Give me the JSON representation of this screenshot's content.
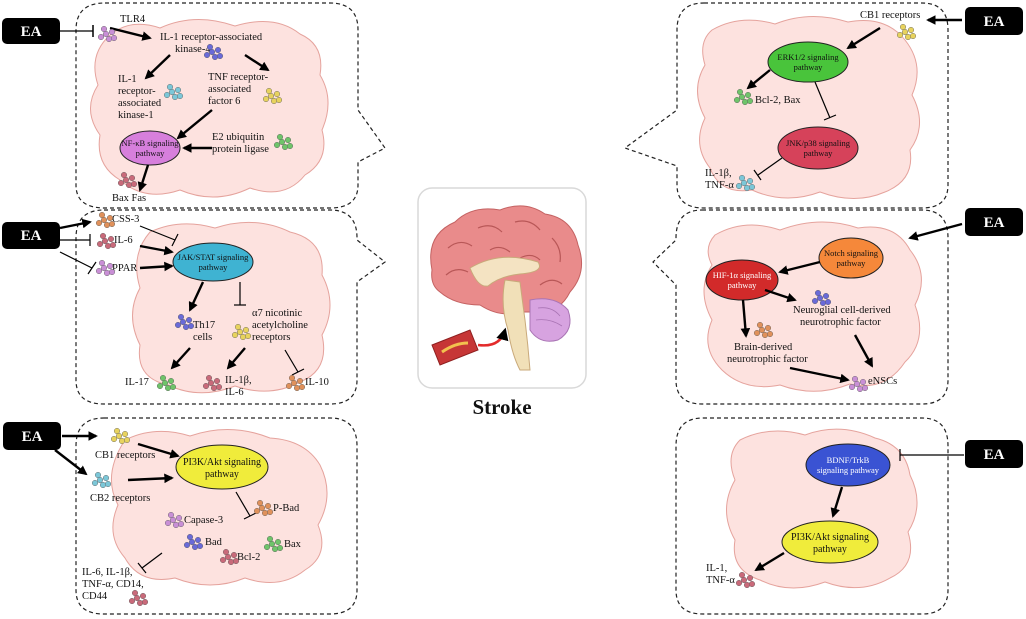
{
  "center": {
    "title": "Stroke"
  },
  "colors": {
    "cell": "#fde2df",
    "cell_stroke": "#e5a39d",
    "ea_box": "#000000",
    "nfkb": "#d77fdc",
    "erk": "#49c43b",
    "jnk": "#d6425a",
    "jak": "#3fb3d2",
    "notch": "#f5883a",
    "hif": "#d22a2a",
    "pi3k": "#f0ec3b",
    "bdnf": "#3a53d3"
  },
  "panels": {
    "p1": {
      "ea": "EA",
      "tlr4": "TLR4",
      "irak4": [
        "IL-1 receptor-associated",
        "kinase-4"
      ],
      "irak1": [
        "IL-1",
        "receptor-",
        "associated",
        "kinase-1"
      ],
      "traf6": [
        "TNF receptor-",
        "associated",
        "factor 6"
      ],
      "e2": [
        "E2 ubiquitin",
        "protein ligase"
      ],
      "nfkb": [
        "NF-κB signaling",
        "pathway"
      ],
      "baxfas": "Bax  Fas"
    },
    "p2": {
      "ea": "EA",
      "cb1": "CB1 receptors",
      "erk": [
        "ERK1/2 signaling",
        "pathway"
      ],
      "bcl2bax": "Bcl-2, Bax",
      "jnk": [
        "JNK/p38 signaling",
        "pathway"
      ],
      "il1b": [
        "IL-1β,",
        "TNF-α"
      ]
    },
    "p3": {
      "ea": "EA",
      "css3": "CSS-3",
      "il6": "IL-6",
      "ppar": "PPAR",
      "jak": [
        "JAK/STAT signaling",
        "pathway"
      ],
      "th17": [
        "Th17",
        "cells"
      ],
      "a7": [
        "α7 nicotinic",
        "acetylcholine",
        "receptors"
      ],
      "il17": "IL-17",
      "il1b6": [
        "IL-1β,",
        "IL-6"
      ],
      "il10": "IL-10"
    },
    "p4": {
      "ea": "EA",
      "notch": [
        "Notch signaling",
        "pathway"
      ],
      "hif": [
        "HIF-1α signaling",
        "pathway"
      ],
      "ngf": [
        "Neuroglial cell-derived",
        "neurotrophic factor"
      ],
      "bdnf": [
        "Brain-derived",
        "neurotrophic factor"
      ],
      "ensc": "eNSCs"
    },
    "p5": {
      "ea": "EA",
      "cb1": "CB1 receptors",
      "cb2": "CB2 receptors",
      "pi3k": [
        "PI3K/Akt signaling",
        "pathway"
      ],
      "pbad": "P-Bad",
      "capase": "Capase-3",
      "bad": "Bad",
      "bax": "Bax",
      "bcl2": "Bcl-2",
      "cytokines": [
        "IL-6, IL-1β,",
        "TNF-α, CD14,",
        "CD44"
      ]
    },
    "p6": {
      "ea": "EA",
      "bdnf": [
        "BDNF/TrkB",
        "signaling pathway"
      ],
      "pi3k": [
        "PI3K/Akt signaling",
        "pathway"
      ],
      "il1": [
        "IL-1,",
        "TNF-α"
      ]
    }
  }
}
